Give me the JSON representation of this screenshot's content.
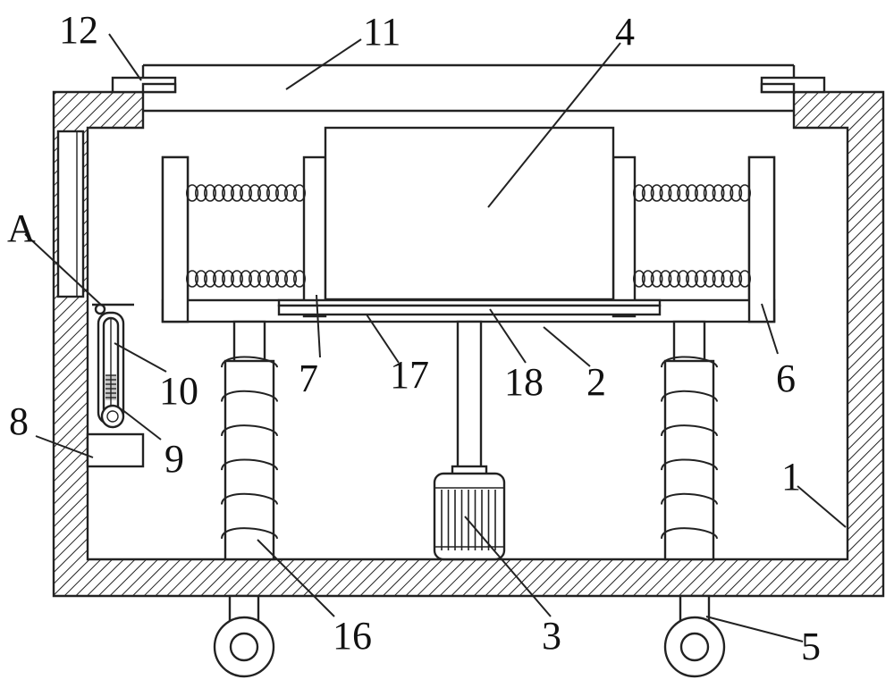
{
  "labels": {
    "l1": "1",
    "l2": "2",
    "l3": "3",
    "l4": "4",
    "l5": "5",
    "l6": "6",
    "l7": "7",
    "l8": "8",
    "l9": "9",
    "l10": "10",
    "l11": "11",
    "l12": "12",
    "l16": "16",
    "l17": "17",
    "l18": "18",
    "lA": "A"
  },
  "colors": {
    "line": "#222222",
    "background": "#ffffff"
  }
}
